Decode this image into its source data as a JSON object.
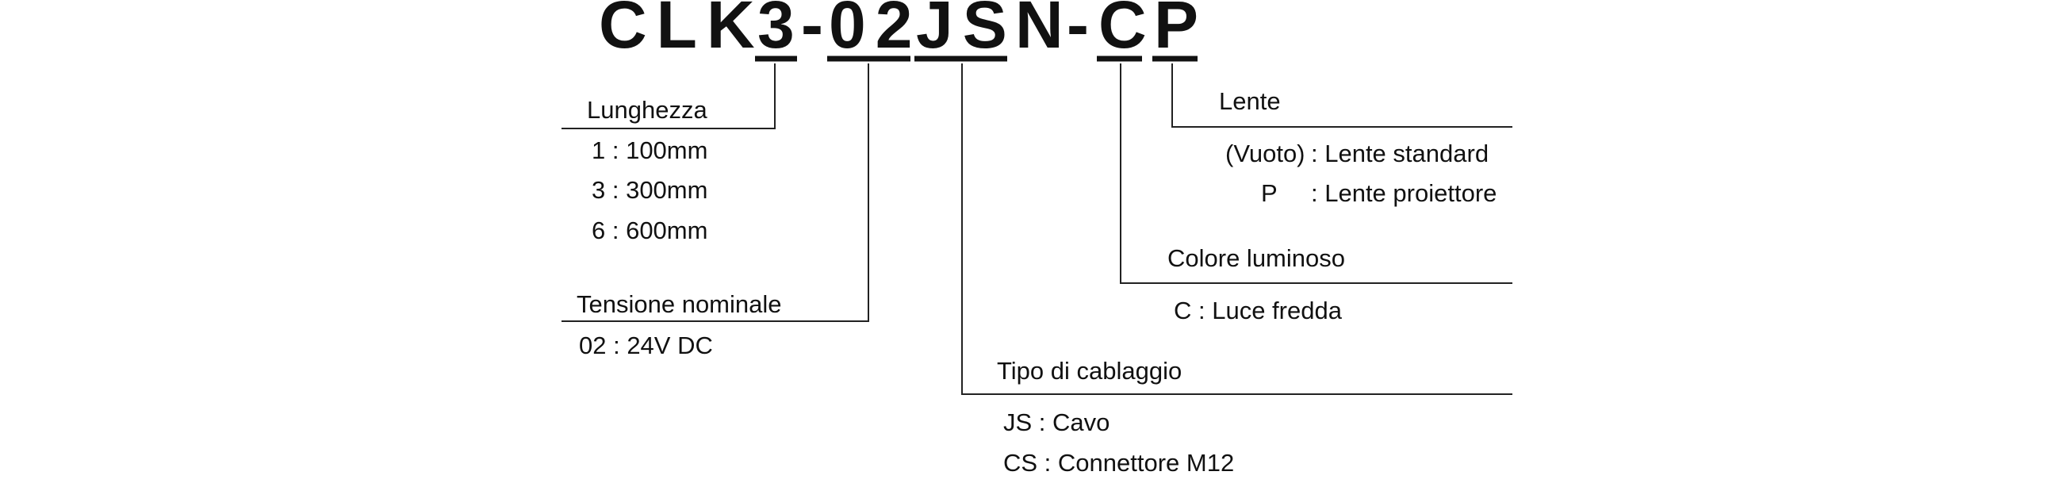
{
  "model_code": {
    "parts": [
      "CLK",
      "3",
      "-",
      "02",
      "JS",
      "N",
      "-",
      "C",
      "P"
    ]
  },
  "length": {
    "title": "Lunghezza",
    "options": [
      "1 : 100mm",
      "3 : 300mm",
      "6 : 600mm"
    ]
  },
  "voltage": {
    "title": "Tensione nominale",
    "options": [
      "02 : 24V DC"
    ]
  },
  "wiring": {
    "title": "Tipo di cablaggio",
    "options": [
      "JS : Cavo",
      "CS : Connettore M12"
    ]
  },
  "light_color": {
    "title": "Colore luminoso",
    "options": [
      "C : Luce fredda"
    ]
  },
  "lens": {
    "title": "Lente",
    "options": [
      {
        "code": "(Vuoto)",
        "desc": ": Lente standard"
      },
      {
        "code": "P",
        "desc": ": Lente proiettore"
      }
    ]
  }
}
